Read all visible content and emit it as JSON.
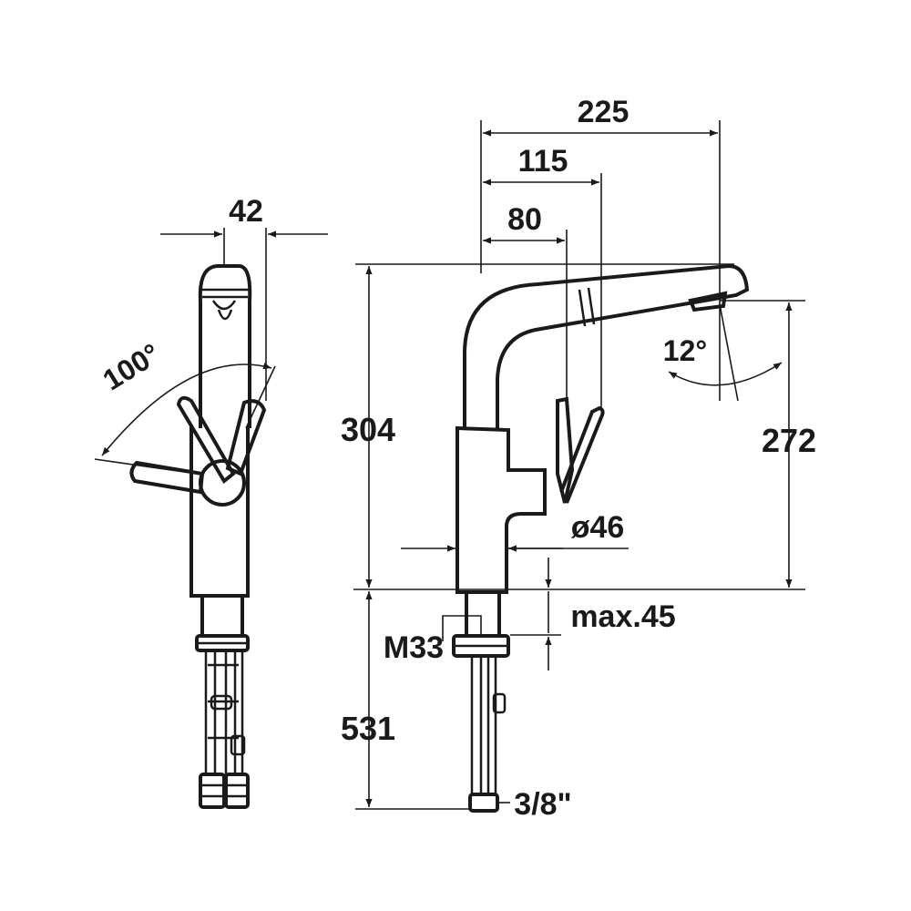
{
  "drawing": {
    "side_view": {
      "width_label": "42",
      "swivel_angle_label": "100°"
    },
    "front_view": {
      "reach_total_label": "225",
      "reach_mid_label": "115",
      "reach_short_label": "80",
      "height_total_label": "304",
      "height_outlet_label": "272",
      "spout_angle_label": "12°",
      "diameter_label": "ø46",
      "thread_label": "M33",
      "deck_thickness_label": "max.45",
      "hose_length_label": "531",
      "connection_label": "3/8\""
    }
  }
}
